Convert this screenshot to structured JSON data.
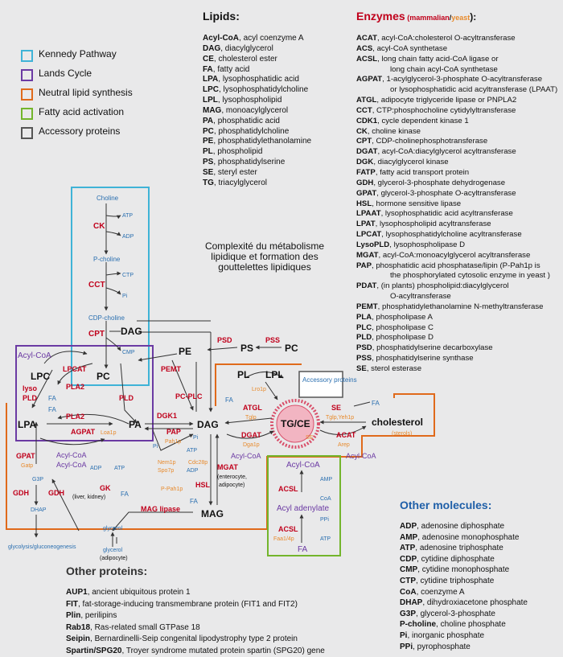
{
  "lipids": {
    "title": "Lipids:",
    "items": [
      {
        "abbr": "Acyl-CoA",
        "name": ", acyl coenzyme A"
      },
      {
        "abbr": "DAG",
        "name": ", diacylglycerol"
      },
      {
        "abbr": "CE",
        "name": ", cholesterol ester"
      },
      {
        "abbr": "FA",
        "name": ", fatty acid"
      },
      {
        "abbr": "LPA",
        "name": ", lysophosphatidic acid"
      },
      {
        "abbr": "LPC",
        "name": ", lysophosphatidylcholine"
      },
      {
        "abbr": "LPL",
        "name": ", lysophospholipid"
      },
      {
        "abbr": "MAG",
        "name": ", monoacylglycerol"
      },
      {
        "abbr": "PA",
        "name": ", phosphatidic acid"
      },
      {
        "abbr": "PC",
        "name": ", phosphatidylcholine"
      },
      {
        "abbr": "PE",
        "name": ", phosphatidylethanolamine"
      },
      {
        "abbr": "PL",
        "name": ", phospholipid"
      },
      {
        "abbr": "PS",
        "name": ", phosphatidylserine"
      },
      {
        "abbr": "SE",
        "name": ", steryl ester"
      },
      {
        "abbr": "TG",
        "name": ", triacylglycerol"
      }
    ]
  },
  "enzymes": {
    "title": "Enzymes",
    "qualifier_open": " (",
    "qualifier_mammalian": "mammalian",
    "qualifier_sep": "/",
    "qualifier_yeast": "yeast",
    "qualifier_close": "):",
    "items": [
      {
        "abbr": "ACAT",
        "name": ", acyl-CoA:cholesterol O-acyltransferase"
      },
      {
        "abbr": "ACS",
        "name": ", acyl-CoA synthetase"
      },
      {
        "abbr": "ACSL",
        "name": ", long chain fatty acid-CoA ligase or"
      },
      {
        "cont": "long chain acyl-CoA synthetase"
      },
      {
        "abbr": "AGPAT",
        "name": ", 1-acylglycerol-3-phosphate O-acyltransferase"
      },
      {
        "cont": "or lysophosphatidic acid acyltransferase (LPAAT)"
      },
      {
        "abbr": "ATGL",
        "name": ", adipocyte triglyceride lipase or PNPLA2"
      },
      {
        "abbr": "CCT",
        "name": ", CTP:phosphocholine cytidylyltransferase"
      },
      {
        "abbr": "CDK1",
        "name": ", cycle dependent kinase 1"
      },
      {
        "abbr": "CK",
        "name": ", choline kinase"
      },
      {
        "abbr": "CPT",
        "name": ", CDP-cholinephosphotransferase"
      },
      {
        "abbr": "DGAT",
        "name": ", acyl-CoA:diacylglycerol acyltransferase"
      },
      {
        "abbr": "DGK",
        "name": ", diacylglycerol kinase"
      },
      {
        "abbr": "FATP",
        "name": ", fatty acid transport protein"
      },
      {
        "abbr": "GDH",
        "name": ", glycerol-3-phosphate dehydrogenase"
      },
      {
        "abbr": "GPAT",
        "name": ", glycerol-3-phosphate O-acyltransferase"
      },
      {
        "abbr": "HSL",
        "name": ", hormone sensitive lipase"
      },
      {
        "abbr": "LPAAT",
        "name": ", lysophosphatidic acid acyltransferase"
      },
      {
        "abbr": "LPAT",
        "name": ", lysophospholipid acyltransferase"
      },
      {
        "abbr": "LPCAT",
        "name": ", lysophosphatidylcholine acyltransferase"
      },
      {
        "abbr": "LysoPLD",
        "name": ", lysophospholipase D"
      },
      {
        "abbr": "MGAT",
        "name": ", acyl-CoA:monoacylglycerol acyltransferase"
      },
      {
        "abbr": "PAP",
        "name": ", phosphatidic acid phosphatase/lipin (P-Pah1p is"
      },
      {
        "cont": "the phosphorylated cytosolic enzyme in yeast )"
      },
      {
        "abbr": "PDAT",
        "name": ", (in plants) phospholipid:diacylglycerol"
      },
      {
        "cont": "O-acyltransferase"
      },
      {
        "abbr": "PEMT",
        "name": ", phosphatidylethanolamine N-methyltransferase"
      },
      {
        "abbr": "PLA",
        "name": ", phospholipase A"
      },
      {
        "abbr": "PLC",
        "name": ", phospholipase C"
      },
      {
        "abbr": "PLD",
        "name": ", phospholipase D"
      },
      {
        "abbr": "PSD",
        "name": ", phosphatidylserine decarboxylase"
      },
      {
        "abbr": "PSS",
        "name": ", phosphatidylserine synthase"
      },
      {
        "abbr": "SE",
        "name": ", sterol esterase"
      }
    ]
  },
  "legend": {
    "items": [
      {
        "label": "Kennedy Pathway",
        "color": "#3fb3d7"
      },
      {
        "label": "Lands Cycle",
        "color": "#6b3aa3"
      },
      {
        "label": "Neutral lipid synthesis",
        "color": "#e06a1b"
      },
      {
        "label": "Fatty acid activation",
        "color": "#73b52c"
      },
      {
        "label": "Accessory proteins",
        "color": "#555555"
      }
    ]
  },
  "caption": "Complexité du métabolisme lipidique et formation des gouttelettes  lipidiques",
  "other_proteins": {
    "title": "Other proteins:",
    "items": [
      {
        "abbr": "AUP1",
        "name": ", ancient ubiquitous protein 1"
      },
      {
        "abbr": "FIT",
        "name": ", fat-storage-inducing transmembrane protein (FIT1 and FIT2)"
      },
      {
        "abbr": "Plin",
        "name": ", perilipins"
      },
      {
        "abbr": "Rab18",
        "name": ", Ras-related small GTPase 18"
      },
      {
        "abbr": "Seipin",
        "name": ", Bernardinelli-Seip congenital lipodystrophy type 2 protein"
      },
      {
        "abbr": "Spartin/SPG20",
        "name": ", Troyer syndrome mutated protein spartin (SPG20) gene"
      }
    ]
  },
  "other_molecules": {
    "title": "Other molecules:",
    "items": [
      {
        "abbr": "ADP",
        "name": ", adenosine diphosphate"
      },
      {
        "abbr": "AMP",
        "name": ", adenosine monophosphate"
      },
      {
        "abbr": "ATP",
        "name": ", adenosine triphosphate"
      },
      {
        "abbr": "CDP",
        "name": ", cytidine diphosphate"
      },
      {
        "abbr": "CMP",
        "name": ", cytidine monophosphate"
      },
      {
        "abbr": "CTP",
        "name": ", cytidine triphosphate"
      },
      {
        "abbr": "CoA",
        "name": ", coenzyme A"
      },
      {
        "abbr": "DHAP",
        "name": ", dihydroxiacetone phosphate"
      },
      {
        "abbr": "G3P",
        "name": ", glycerol-3-phosphate"
      },
      {
        "abbr": "P-choline",
        "name": ", choline phosphate"
      },
      {
        "abbr": "Pi",
        "name": ", inorganic phosphate"
      },
      {
        "abbr": "PPi",
        "name": ", pyrophosphate"
      }
    ]
  },
  "colors": {
    "metabolite": "#111111",
    "enzyme_mammalian": "#c0001b",
    "enzyme_yeast": "#e88a2c",
    "cofactor": "#2a6fb0",
    "other_molecules_title": "#1f5fa8",
    "droplet": "#d94f6a"
  },
  "diagram": {
    "kennedy": {
      "choline": "Choline",
      "ck": "CK",
      "atp1": "ATP",
      "adp1": "ADP",
      "pcholine": "P-choline",
      "cct": "CCT",
      "ctp": "CTP",
      "pi1": "Pi",
      "cdpcholine": "CDP-choline",
      "cpt": "CPT",
      "dag_top": "DAG",
      "cmp": "CMP"
    },
    "ps": {
      "psd": "PSD",
      "ps": "PS",
      "pss": "PSS",
      "pc_right": "PC",
      "pe": "PE",
      "pemt": "PEMT",
      "pc_plc": "PC-PLC"
    },
    "lands": {
      "acylcoa": "Acyl-CoA",
      "lpcat": "LPCAT",
      "lpc": "LPC",
      "pc_center": "PC",
      "lyso": "lyso",
      "pld_l": "PLD",
      "fa1": "FA",
      "pla2_a": "PLA2",
      "pld_r": "PLD",
      "lpa": "LPA",
      "fa2": "FA",
      "pla2_b": "PLA2",
      "pa": "PA",
      "dgk1": "DGK1",
      "dag_mid": "DAG",
      "agpat": "AGPAT",
      "loa1p": "Loa1p",
      "acylcoa2": "Acyl-CoA"
    },
    "neutral": {
      "pl": "PL",
      "lpl": "LPL",
      "lro1p": "Lro1p",
      "accessory": "Accessory proteins",
      "fa3": "FA",
      "atgl": "ATGL",
      "tgl_a": "Tglp",
      "tgce": "TG/CE",
      "se_in": "SE",
      "fa4": "FA",
      "se_enz": "SE",
      "tglyeh": "Tglp,Yeh1p",
      "cholesterol": "cholesterol",
      "dgat": "DGAT",
      "dga1p": "Dga1p",
      "acylcoa3": "Acyl-CoA",
      "acat": "ACAT",
      "arep": "Arep",
      "sterols": "(sterols)",
      "acylcoa4": "Acyl-CoA",
      "pap": "PAP",
      "pah1p": "Pah1p",
      "pi2": "Pi",
      "pi3": "Pi",
      "atp2": "ATP",
      "nem1p": "Nem1p",
      "spo7p": "Spo7p",
      "cdc28p": "Cdc28p",
      "adp2": "ADP",
      "ppah1p": "P-Pah1p",
      "mgat": "MGAT",
      "mgat_note1": "(enterocyte,",
      "mgat_note2": "adipocyte)",
      "hsl": "HSL",
      "fa5": "FA",
      "mag": "MAG",
      "mag_lipase": "MAG lipase",
      "gpat": "GPAT",
      "gat": "Gatp",
      "acylcoa5": "Acyl-CoA",
      "gdh1": "GDH",
      "gdh2": "GDH",
      "g3p": "G3P",
      "dhap": "DHAP",
      "adp3": "ADP",
      "atp3": "ATP",
      "gk": "GK",
      "gk_note": "(liver, kidney)",
      "fa6": "FA",
      "glycerol1": "glycerol",
      "glycerol2": "glycerol",
      "adipocyte": "(adipocyte)",
      "glycolysis": "glycolysis/gluconeogenesis"
    },
    "activation": {
      "acylcoa": "Acyl-CoA",
      "amp": "AMP",
      "coa": "CoA",
      "acsl1": "ACSL",
      "acyladenylate": "Acyl adenylate",
      "ppi": "PPi",
      "acsl2": "ACSL",
      "faa": "Faa1/4p",
      "atp": "ATP",
      "fa": "FA"
    }
  }
}
